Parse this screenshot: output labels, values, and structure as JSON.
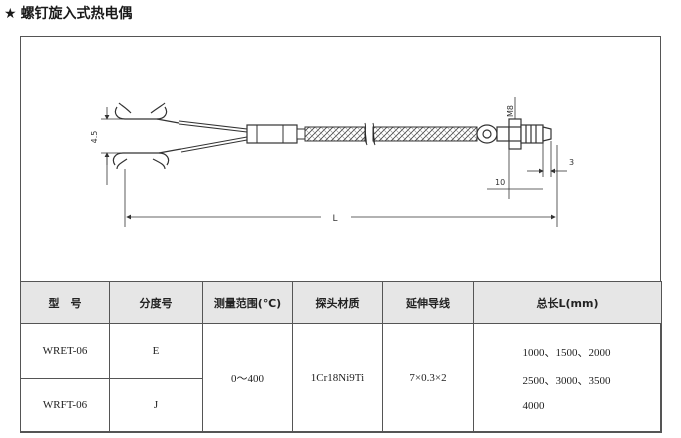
{
  "heading": {
    "star": "★",
    "title": "螺钉旋入式热电偶"
  },
  "diagram": {
    "dim_fork_width": "4.5",
    "dim_thread": "M8",
    "dim_tip": "3",
    "dim_hex": "10",
    "dim_length": "L"
  },
  "table": {
    "headers": [
      "型　号",
      "分度号",
      "测量范围(℃)",
      "探头材质",
      "延伸导线",
      "总长L(mm)"
    ],
    "rows": [
      {
        "model": "WRET-06",
        "grade": "E"
      },
      {
        "model": "WRFT-06",
        "grade": "J"
      }
    ],
    "range": "0～400",
    "material": "1Cr18Ni9Ti",
    "wire": "7×0.3×2",
    "lengths": [
      "1000、1500、2000",
      "2500、3000、3500",
      "4000"
    ]
  },
  "colors": {
    "line": "#333333",
    "header_bg": "#e6e6e6",
    "border": "#555555"
  }
}
